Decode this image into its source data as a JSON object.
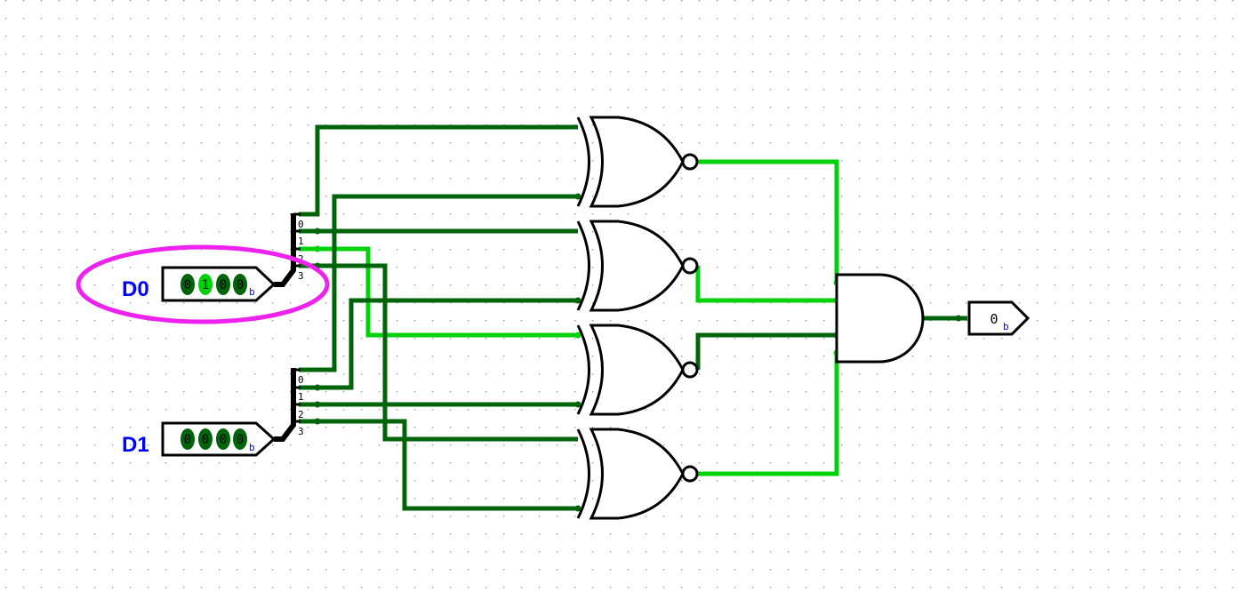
{
  "inputs": [
    {
      "label": "D0",
      "bits": [
        "0",
        "1",
        "0",
        "0"
      ],
      "bit_states": [
        0,
        1,
        0,
        0
      ],
      "suffix": "b",
      "highlighted": true
    },
    {
      "label": "D1",
      "bits": [
        "0",
        "0",
        "0",
        "0"
      ],
      "bit_states": [
        0,
        0,
        0,
        0
      ],
      "suffix": "b",
      "highlighted": false
    }
  ],
  "splitter_labels": [
    "0",
    "1",
    "2",
    "3"
  ],
  "output": {
    "value": "0",
    "suffix": "b"
  },
  "colors": {
    "wire_off": "#00640a",
    "wire_on": "#00d20a",
    "label": "#0000ff",
    "highlight": "#ee22ee",
    "gate_stroke": "#000000",
    "grid_dot": "#888888"
  }
}
